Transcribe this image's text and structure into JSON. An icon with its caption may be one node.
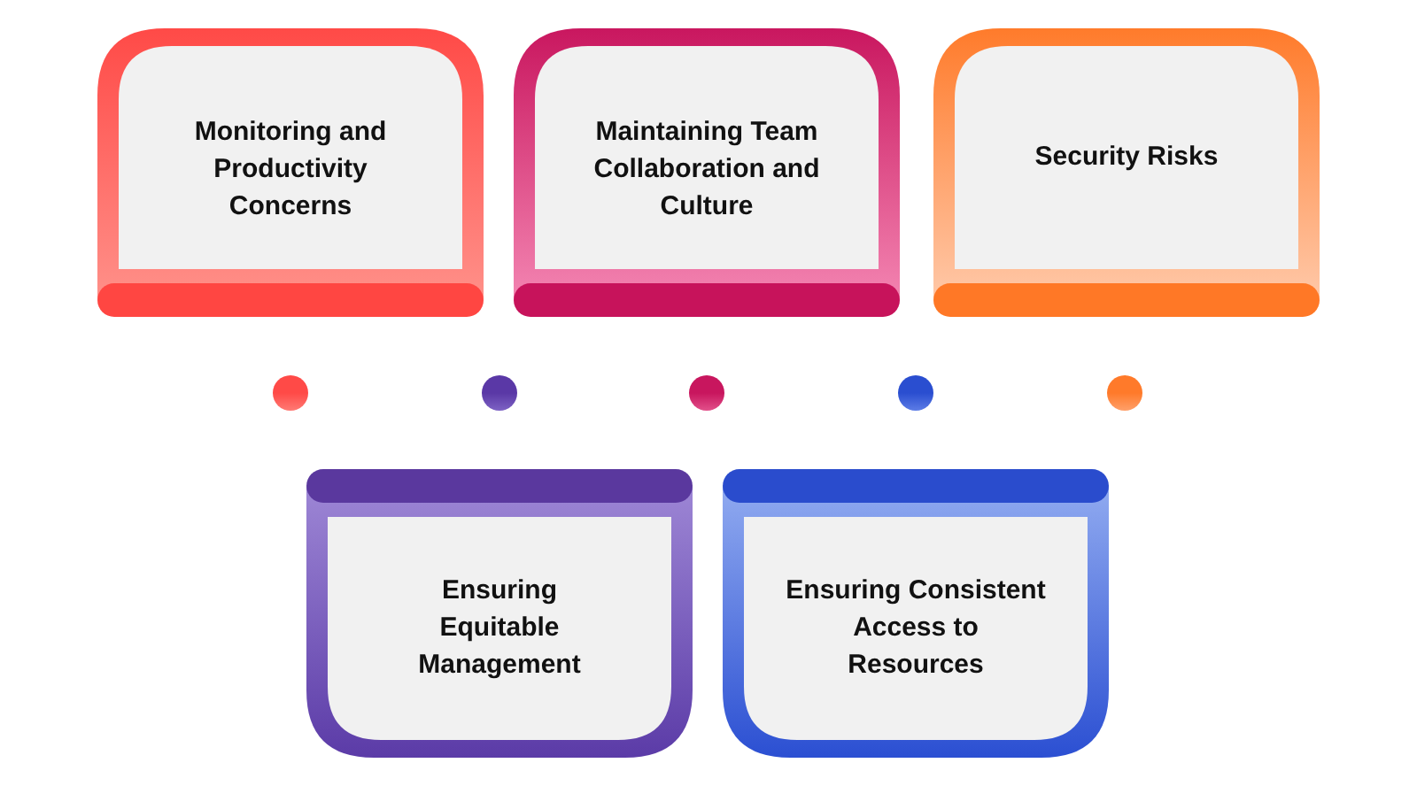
{
  "diagram": {
    "nodes": [
      {
        "text": [
          "Monitoring and Productivity Concerns"
        ]
      },
      {
        "text": [
          "Maintaining Team Collaboration and Culture"
        ]
      },
      {
        "text": [
          "Security Risks"
        ]
      },
      {
        "text": [
          "Ensuring Equitable Management"
        ]
      },
      {
        "text": [
          "Ensuring Consistent Access to Resources"
        ]
      }
    ]
  }
}
